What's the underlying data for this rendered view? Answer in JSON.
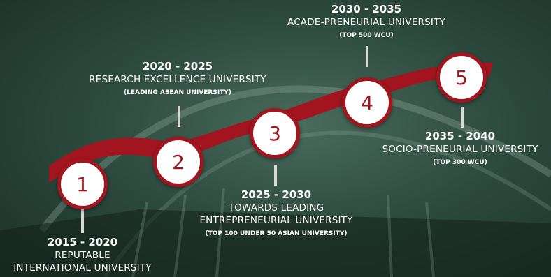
{
  "colors": {
    "accent": "#a3151e",
    "background": "#2e4c40",
    "text": "#ffffff"
  },
  "milestones": [
    {
      "number": "1",
      "years": "2015 - 2020",
      "line1": "REPUTABLE",
      "line2": "INTERNATIONAL UNIVERSITY",
      "note": ""
    },
    {
      "number": "2",
      "years": "2020 - 2025",
      "line1": "RESEARCH EXCELLENCE UNIVERSITY",
      "line2": "",
      "note": "(LEADING ASEAN UNIVERSITY)"
    },
    {
      "number": "3",
      "years": "2025 - 2030",
      "line1": "TOWARDS LEADING",
      "line2": "ENTREPRENEURIAL UNIVERSITY",
      "note": "(TOP 100 UNDER 50 ASIAN UNIVERSITY)"
    },
    {
      "number": "4",
      "years": "2030 - 2035",
      "line1": "ACADE-PRENEURIAL UNIVERSITY",
      "line2": "",
      "note": "(TOP 500 WCU)"
    },
    {
      "number": "5",
      "years": "2035 - 2040",
      "line1": "SOCIO-PRENEURIAL UNIVERSITY",
      "line2": "",
      "note": "(TOP 300 WCU)"
    }
  ]
}
